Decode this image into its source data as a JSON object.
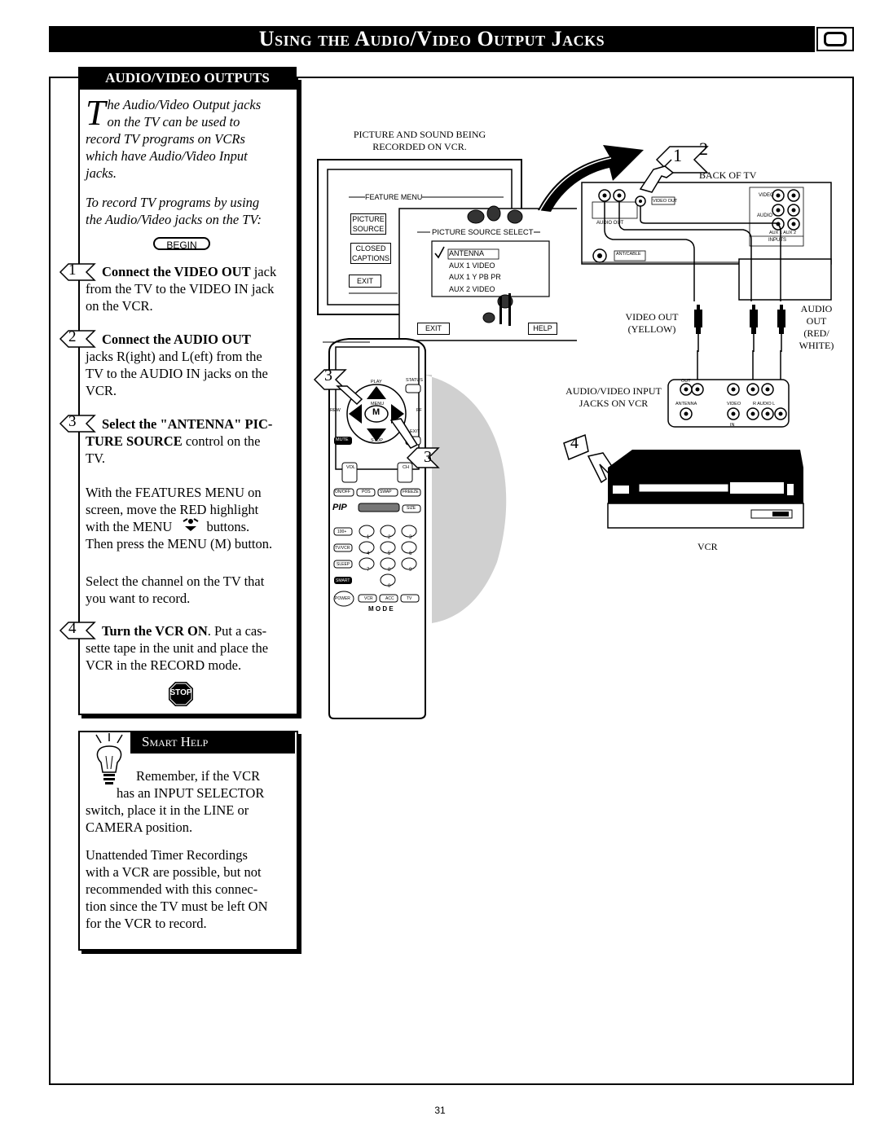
{
  "header": {
    "title": "Using the Audio/Video Output Jacks"
  },
  "left": {
    "section_title": "AUDIO/VIDEO OUTPUTS",
    "intro_dropcap": "T",
    "intro_line1": "he Audio/Video Output jacks",
    "intro_line2": "on the TV can be used to",
    "intro_line3": "record TV programs on VCRs",
    "intro_line4": "which have Audio/Video Input",
    "intro_line5": "jacks.",
    "instr_line1": "To record TV programs by using",
    "instr_line2": "the Audio/Video jacks on the TV:",
    "begin_label": "BEGIN",
    "step1_num": "1",
    "step1_bold": "Connect the VIDEO OUT",
    "step1_rest": " jack",
    "step1_line2": "from the TV to the VIDEO IN jack",
    "step1_line3": "on the VCR.",
    "step2_num": "2",
    "step2_bold": "Connect the  AUDIO OUT",
    "step2_line2": "jacks R(ight) and L(eft) from the",
    "step2_line3": "TV to the AUDIO IN jacks on the",
    "step2_line4": "VCR.",
    "step3_num": "3",
    "step3_bold": "Select the \"ANTENNA\" PIC-",
    "step3_line2_bold": "TURE SOURCE",
    "step3_line2_rest": " control on the",
    "step3_line3": "TV.",
    "para1_line1": "With the FEATURES MENU on",
    "para1_line2": "screen, move the RED highlight",
    "para1_line3a": "with the MENU",
    "para1_line3b": "buttons.",
    "para1_line4": "Then press the MENU (M) button.",
    "para2_line1": "Select the channel on the TV that",
    "para2_line2": "you want to record.",
    "step4_num": "4",
    "step4_bold": "Turn the VCR ON",
    "step4_rest": ". Put a cas-",
    "step4_line2": "sette tape in the unit and place the",
    "step4_line3": "VCR in the RECORD mode.",
    "stop_label": "STOP"
  },
  "smart_help": {
    "title": "Smart Help",
    "line1": "Remember, if the VCR",
    "line2": "has an INPUT SELECTOR",
    "line3": "switch, place it in the LINE or",
    "line4": "CAMERA position.",
    "line5": "Unattended Timer Recordings",
    "line6": "with a VCR are possible, but not",
    "line7": "recommended with this connec-",
    "line8": "tion since the TV must be left ON",
    "line9": "for the VCR to record."
  },
  "illustration": {
    "caption_line1": "PICTURE AND SOUND BEING",
    "caption_line2": "RECORDED ON VCR.",
    "feature_menu": "FEATURE MENU",
    "picture_source_1": "PICTURE",
    "picture_source_2": "SOURCE",
    "closed_1": "CLOSED",
    "closed_2": "CAPTIONS",
    "exit": "EXIT",
    "ps_select": "PICTURE SOURCE SELECT",
    "opt1": "ANTENNA",
    "opt2": "AUX 1  VIDEO",
    "opt3": "AUX 1  Y PB PR",
    "opt4": "AUX 2  VIDEO",
    "exit2": "EXIT",
    "help": "HELP",
    "back_of_tv": "BACK OF TV",
    "step_12_a": "1",
    "step_12_b": "2",
    "video_out_1": "VIDEO OUT",
    "video_out_2": "(YELLOW)",
    "audio_out_1": "AUDIO",
    "audio_out_2": "OUT",
    "audio_out_3": "(RED/",
    "audio_out_4": "WHITE)",
    "av_input_1": "AUDIO/VIDEO INPUT",
    "av_input_2": "JACKS ON VCR",
    "vcr_label": "VCR",
    "step3_a": "3",
    "step3_b": "3",
    "step4": "4",
    "remote_play": "PLAY",
    "remote_status": "STATUS",
    "remote_menu": "MENU",
    "remote_m": "M",
    "remote_rew": "REW",
    "remote_ff": "FF",
    "remote_mute": "MUTE",
    "remote_stop": "STOP",
    "remote_exit": "EXIT",
    "remote_vol": "VOL",
    "remote_ch": "CH",
    "remote_onoff": "ON/OFF",
    "remote_pos": "POS",
    "remote_swap": "SWAP",
    "remote_freeze": "FREEZE",
    "remote_pip": "PIP",
    "remote_size": "SIZE",
    "remote_100": "100+",
    "remote_tvvcr": "TV/VCR",
    "remote_sleep": "SLEEP",
    "remote_smart": "SMART",
    "remote_power": "POWER",
    "remote_vcr": "VCR",
    "remote_acc": "ACC",
    "remote_tv": "TV",
    "remote_mode": "M  O  D  E",
    "jack_video": "VIDEO",
    "jack_audio": "AUDIO",
    "jack_aux": "AUX 1    AUX 2",
    "jack_inputs": "INPUTS",
    "jack_audio_out": "AUDIO OUT",
    "jack_video_out": "VIDEO OUT",
    "jack_ant": "ANT/CABLE",
    "vcr_out": "OUT",
    "vcr_antenna": "ANTENNA",
    "vcr_video": "VIDEO",
    "vcr_audio": "R  AUDIO  L",
    "vcr_in": "IN"
  },
  "footer": {
    "page_number": "31"
  }
}
